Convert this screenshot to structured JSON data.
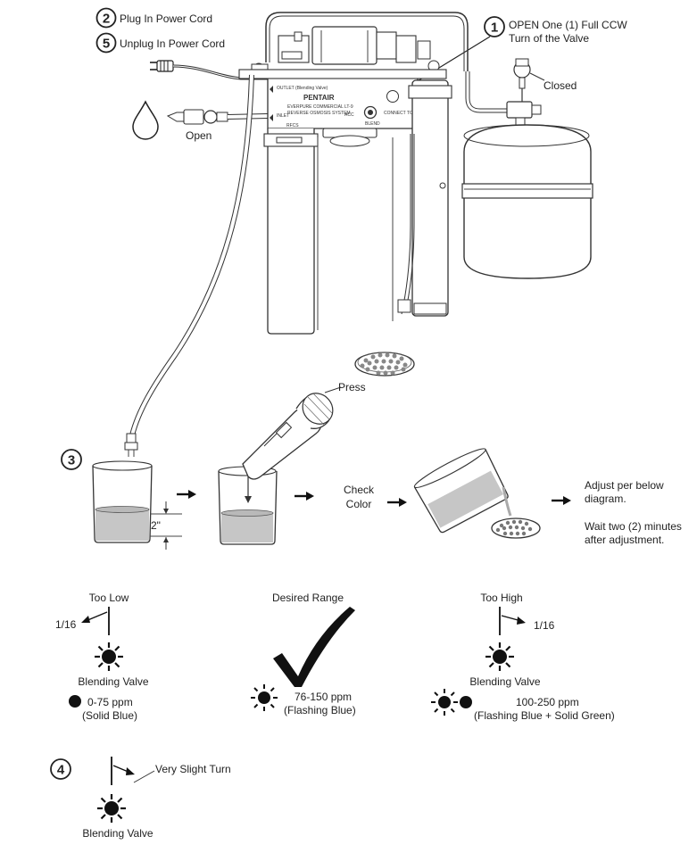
{
  "steps": {
    "step2": {
      "number": "2",
      "text": "Plug In Power Cord"
    },
    "step5": {
      "number": "5",
      "text": "Unplug In Power Cord"
    },
    "step1": {
      "number": "1",
      "line1": "OPEN One (1) Full CCW",
      "line2": "Turn of the Valve"
    },
    "step3": {
      "number": "3"
    },
    "step4": {
      "number": "4",
      "turn_label": "Very Slight Turn",
      "valve_label": "Blending Valve"
    }
  },
  "valves": {
    "open_label": "Open",
    "closed_label": "Closed"
  },
  "unit_labels": {
    "brand": "PENTAIR",
    "model": "EVERPURE COMMERCIAL LT-9",
    "system": "REVERSE OSMOSIS SYSTEM",
    "outlet": "OUTLET (Blending Valve)",
    "inlet": "INLET",
    "rfcs": "RFCS",
    "acc": "ACC",
    "blend": "BLEND",
    "conn": "CONNECT TO DRAIN"
  },
  "process": {
    "depth_label": "2\"",
    "press_label": "Press",
    "check_line1": "Check",
    "check_line2": "Color",
    "adjust_line1": "Adjust per below",
    "adjust_line2": "diagram.",
    "wait_line1": "Wait two (2) minutes",
    "wait_line2": "after adjustment."
  },
  "ranges": {
    "low": {
      "title": "Too Low",
      "turn": "1/16",
      "valve": "Blending Valve",
      "ppm": "0-75 ppm",
      "color": "(Solid Blue)"
    },
    "desired": {
      "title": "Desired Range",
      "ppm": "76-150 ppm",
      "color": "(Flashing  Blue)"
    },
    "high": {
      "title": "Too High",
      "turn": "1/16",
      "valve": "Blending Valve",
      "ppm": "100-250 ppm",
      "color": "(Flashing  Blue + Solid Green)"
    }
  }
}
